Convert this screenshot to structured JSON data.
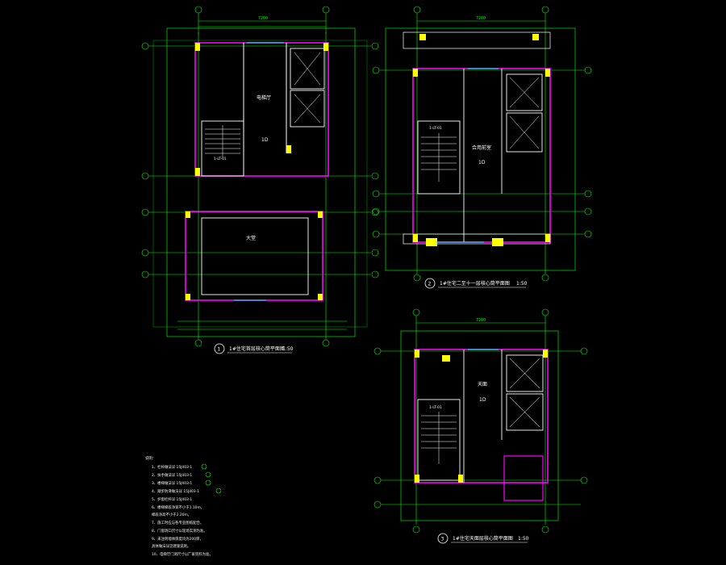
{
  "drawing": {
    "plan1": {
      "number": "1",
      "title": "1#住宅首层核心筒平面图",
      "scale": "1:50",
      "rooms": {
        "elevator_hall": "电梯厅",
        "elevator_hall_no": "1D",
        "lobby": "大堂",
        "stair_tag": "1-LT-01"
      },
      "top_dim": "7200"
    },
    "plan2": {
      "number": "2",
      "title": "1#住宅二至十一层核心筒平面图",
      "scale": "1:50",
      "rooms": {
        "corridor": "合用前室",
        "corridor_no": "1D",
        "stair_tag": "1-LT-01"
      },
      "top_dim": "7200"
    },
    "plan3": {
      "number": "3",
      "title": "1#住宅天面层核心筒平面图",
      "scale": "1:50",
      "rooms": {
        "roof_hall": "天面",
        "roof_no": "1D",
        "stair_tag": "1-LT-01"
      },
      "top_dim": "7200"
    },
    "notes": {
      "heading": "说明：",
      "items": [
        "1、栏杆做法详 15J403-1",
        "2、扶手做法详 15J403-1",
        "3、楼梯做法详 15J403-1",
        "4、踏步防滑做法详 15J403-1",
        "5、护窗栏杆详 15J403-1",
        "6、楼梯梯段净宽不小于1.10m，",
        "   梯段净高不小于2.20m。",
        "7、施工时应与各专业图纸配合。",
        "8、门窗洞口尺寸以现场实测为准。",
        "9、未注明墙体厚度均为200厚，",
        "   具体做法详见建施说明。",
        "10、电梯厅门洞尺寸以厂家资料为准。"
      ]
    },
    "colors": {
      "axis": "#00ff00",
      "wall": "#ff00ff",
      "fill": "#ffff00",
      "window": "#00ffff",
      "dimension": "#00cc00",
      "structure": "#ffffff"
    }
  }
}
